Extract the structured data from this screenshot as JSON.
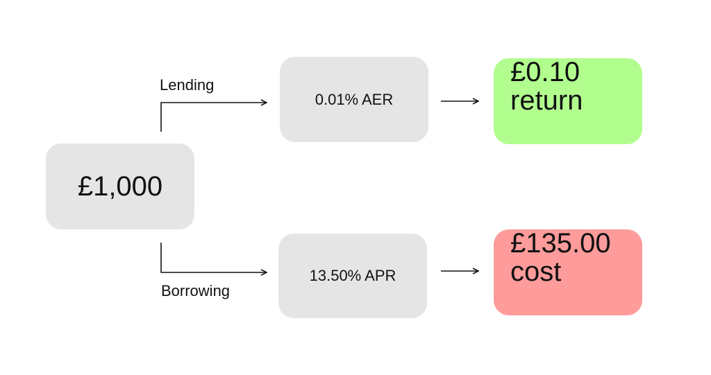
{
  "colors": {
    "grey": "#e5e5e5",
    "green": "#b1fe8f",
    "red": "#fe9b9b",
    "line": "#111111"
  },
  "principal": {
    "amount": "£1,000"
  },
  "lending": {
    "label": "Lending",
    "rate": "0.01% AER",
    "result_amount": "£0.10",
    "result_word": "return"
  },
  "borrowing": {
    "label": "Borrowing",
    "rate": "13.50% APR",
    "result_amount": "£135.00",
    "result_word": "cost"
  },
  "icons": {
    "connector": "arrow-right-icon"
  }
}
